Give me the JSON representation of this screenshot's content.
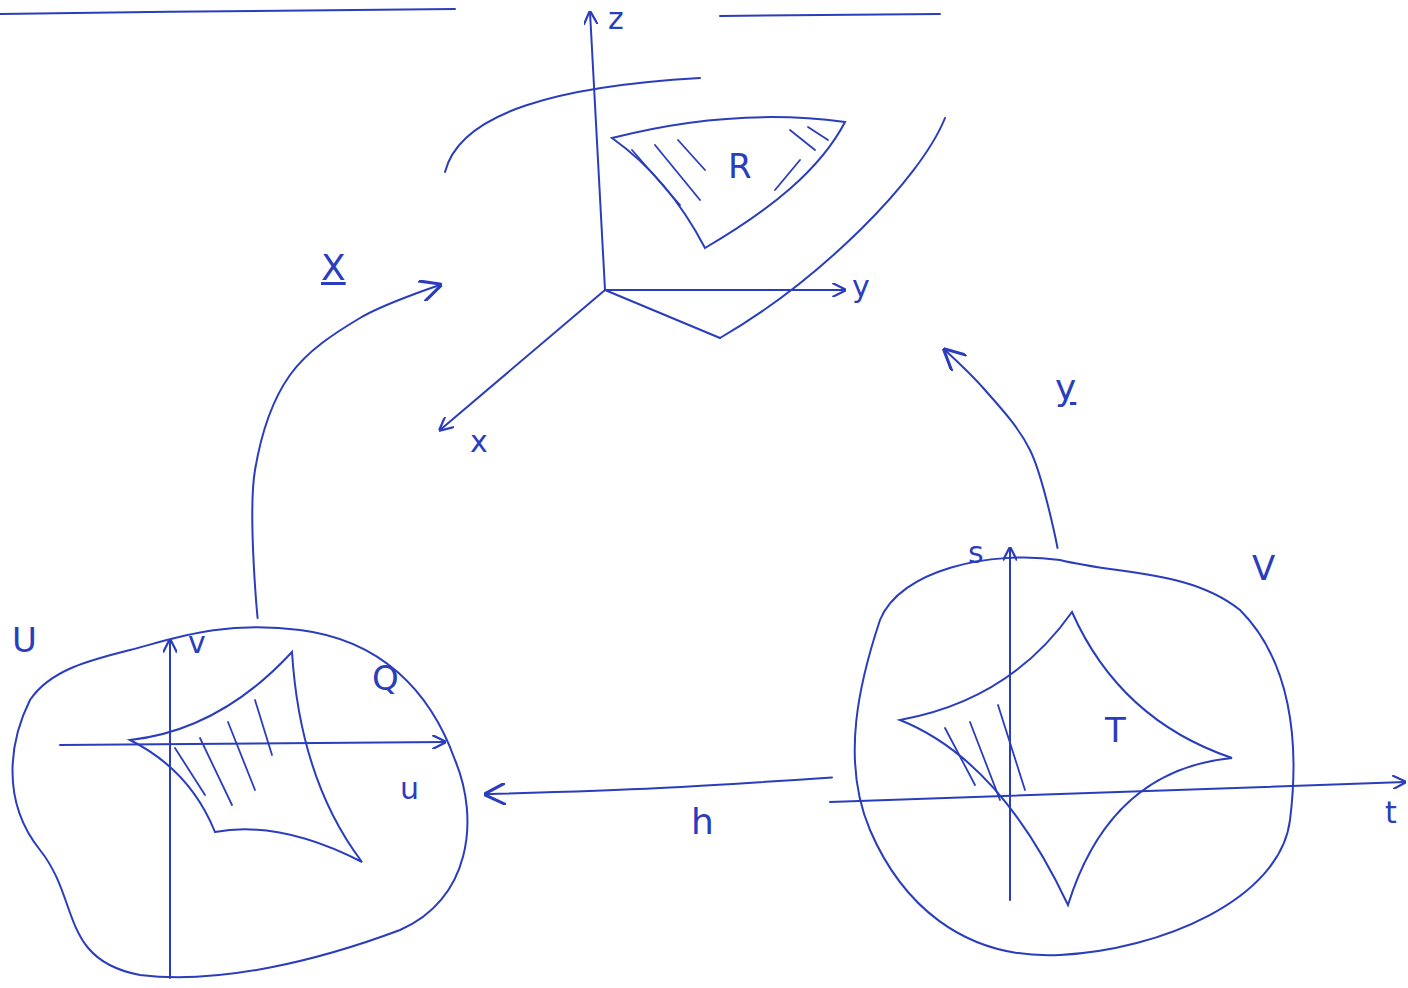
{
  "diagram": {
    "nodes": [
      {
        "text": [
          "R"
        ]
      },
      {
        "text": [
          "U"
        ]
      },
      {
        "text": [
          "Q"
        ],
        "in": 1
      },
      {
        "text": [
          "V"
        ]
      },
      {
        "text": [
          "T"
        ],
        "in": 3
      }
    ],
    "edges": [
      {
        "from": 1,
        "to": 0,
        "label": "X",
        "arrow": "to"
      },
      {
        "from": 3,
        "to": 0,
        "label": "y",
        "arrow": "to"
      },
      {
        "from": 3,
        "to": 1,
        "label": "h",
        "arrow": "to"
      }
    ],
    "labels": [
      "z",
      "y",
      "x",
      "v",
      "u",
      "s",
      "t"
    ]
  }
}
